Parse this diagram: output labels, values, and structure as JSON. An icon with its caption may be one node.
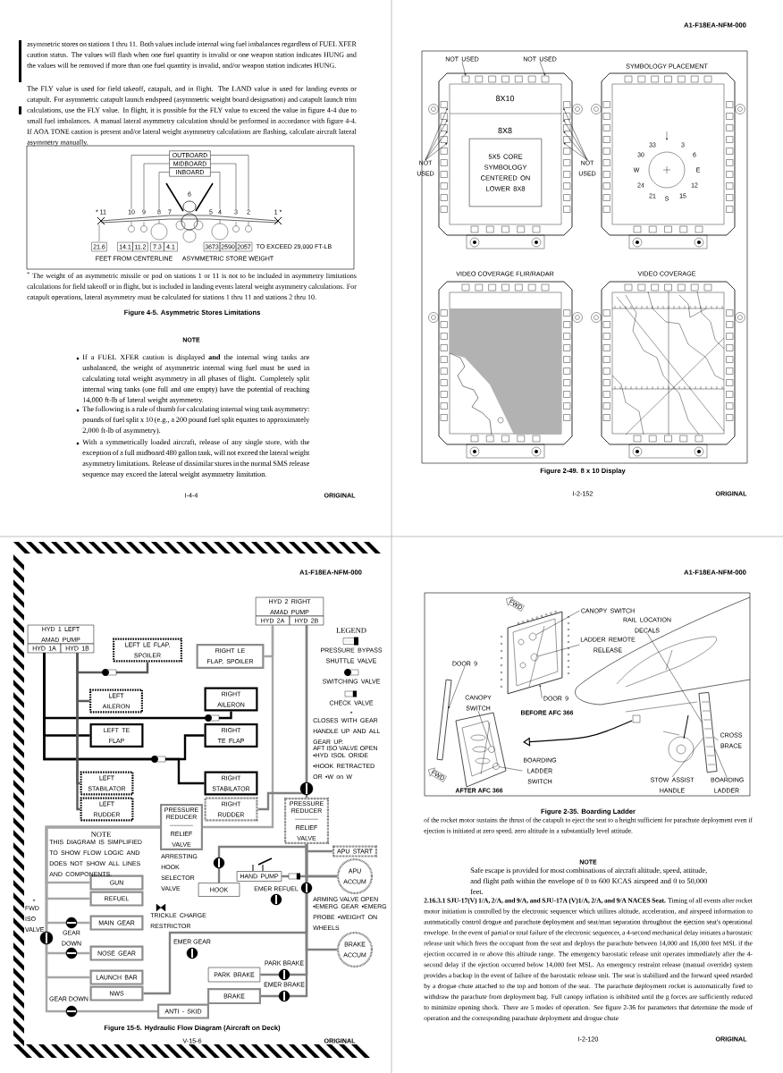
{
  "diagram": {
    "nodes": [
      {
        "text": [
          "OUTBOARD"
        ]
      },
      {
        "text": [
          "MIDBOARD"
        ]
      },
      {
        "text": [
          "INBOARD"
        ]
      },
      {
        "text": [
          "10"
        ]
      },
      {
        "text": [
          "9"
        ]
      },
      {
        "text": [
          "8"
        ]
      },
      {
        "text": [
          "4"
        ]
      },
      {
        "text": [
          "3"
        ]
      },
      {
        "text": [
          "2"
        ]
      },
      {
        "text": [
          "5X5 CORE SYMBOLOGY CENTERED ON LOWER 8X8"
        ]
      },
      {
        "text": [
          "NOT USED"
        ]
      },
      {
        "text": [
          "NOT USED"
        ]
      },
      {
        "text": [
          "NOT USED"
        ]
      },
      {
        "text": [
          "NOT USED"
        ]
      },
      {
        "text": [
          "HYD 2 RIGHT AMAD PUMP"
        ]
      },
      {
        "text": [
          "HYD 2A"
        ]
      },
      {
        "text": [
          "HYD 2B"
        ]
      },
      {
        "text": [
          "HYD 1 LEFT AMAD PUMP"
        ]
      },
      {
        "text": [
          "HYD 1A"
        ]
      },
      {
        "text": [
          "HYD 1B"
        ]
      },
      {
        "text": [
          "LEFT LE FLAP, SPOILER"
        ]
      },
      {
        "text": [
          "RIGHT LE FLAP, SPOILER"
        ]
      },
      {
        "text": [
          "LEFT AILERON"
        ]
      },
      {
        "text": [
          "RIGHT AILERON"
        ]
      },
      {
        "text": [
          "LEFT TE FLAP"
        ]
      },
      {
        "text": [
          "RIGHT TE FLAP"
        ]
      },
      {
        "text": [
          "LEFT STABILATOR"
        ]
      },
      {
        "text": [
          "RIGHT STABILATOR"
        ]
      },
      {
        "text": [
          "LEFT RUDDER"
        ]
      },
      {
        "text": [
          "RIGHT RUDDER"
        ]
      },
      {
        "text": [
          "PRESSURE REDUCER",
          "RELIEF VALVE"
        ]
      },
      {
        "text": [
          "PRESSURE REDUCER",
          "RELIEF VALVE"
        ]
      },
      {
        "text": [
          "APU START"
        ]
      },
      {
        "text": [
          "HOOK"
        ]
      },
      {
        "text": [
          "HAND PUMP"
        ]
      },
      {
        "text": [
          "APU ACCUM"
        ]
      },
      {
        "text": [
          "GUN"
        ]
      },
      {
        "text": [
          "REFUEL"
        ]
      },
      {
        "text": [
          "MAIN GEAR"
        ]
      },
      {
        "text": [
          "NOSE GEAR"
        ]
      },
      {
        "text": [
          "PARK BRAKE"
        ]
      },
      {
        "text": [
          "LAUNCH BAR"
        ]
      },
      {
        "text": [
          "NWS"
        ]
      },
      {
        "text": [
          "BRAKE"
        ]
      },
      {
        "text": [
          "ANTI - SKID"
        ]
      },
      {
        "text": [
          "BRAKE ACCUM"
        ]
      },
      {
        "text": [
          "CANOPY SWITCH"
        ]
      },
      {
        "text": [
          "RAIL LOCATION DECALS"
        ]
      },
      {
        "text": [
          "LADDER REMOTE RELEASE"
        ]
      },
      {
        "text": [
          "DOOR 9"
        ]
      },
      {
        "text": [
          "CANOPY SWITCH"
        ]
      },
      {
        "text": [
          "DOOR 9"
        ]
      },
      {
        "text": [
          "BOARDING LADDER SWITCH"
        ]
      },
      {
        "text": [
          "CROSS BRACE"
        ]
      },
      {
        "text": [
          "STOW ASSIST HANDLE"
        ]
      },
      {
        "text": [
          "BOARDING LADDER"
        ]
      },
      {
        "text": [],
        "shape": "circle"
      },
      {
        "text": [],
        "shape": "circle"
      },
      {
        "text": [],
        "shape": "picture"
      },
      {
        "text": [],
        "shape": "picture"
      },
      {
        "text": [],
        "shape": "picture"
      },
      {
        "text": [],
        "shape": "circle",
        "in": 59
      },
      {
        "text": [],
        "shape": "circle",
        "in": 59
      },
      {
        "text": [],
        "shape": "box"
      },
      {
        "text": [],
        "shape": "box"
      },
      {
        "text": [],
        "shape": "box"
      },
      {
        "text": [],
        "shape": "box"
      },
      {
        "text": [],
        "shape": "box"
      },
      {
        "text": [],
        "shape": "box"
      },
      {
        "text": [],
        "shape": "box"
      },
      {
        "text": [],
        "shape": "box"
      },
      {
        "text": [],
        "shape": "box"
      },
      {
        "text": [],
        "shape": "box"
      }
    ],
    "edges": [
      {
        "from": 0,
        "to": 3,
        "arrow": "none"
      },
      {
        "from": 0,
        "to": 8,
        "arrow": "none"
      },
      {
        "from": 1,
        "to": 4,
        "arrow": "none"
      },
      {
        "from": 1,
        "to": 7,
        "arrow": "none"
      },
      {
        "from": 2,
        "to": 5,
        "arrow": "none"
      },
      {
        "from": 2,
        "to": 6,
        "arrow": "none"
      },
      {
        "from": 10,
        "to": 67,
        "arrow": "to"
      },
      {
        "from": 11,
        "to": 68,
        "arrow": "to"
      },
      {
        "from": 12,
        "to": 63,
        "arrow": "to"
      },
      {
        "from": 12,
        "to": 64,
        "arrow": "to"
      },
      {
        "from": 12,
        "to": 65,
        "arrow": "to"
      },
      {
        "from": 12,
        "to": 66,
        "arrow": "to"
      },
      {
        "from": 13,
        "to": 69,
        "arrow": "to"
      },
      {
        "from": 13,
        "to": 70,
        "arrow": "to"
      },
      {
        "from": 13,
        "to": 71,
        "arrow": "to"
      },
      {
        "from": 13,
        "to": 72,
        "arrow": "to"
      },
      {
        "from": 18,
        "to": 24,
        "arrow": "none",
        "style": "thick"
      },
      {
        "from": 18,
        "to": 23,
        "arrow": "none",
        "style": "thick"
      },
      {
        "from": 18,
        "to": 25,
        "arrow": "none",
        "style": "thick"
      },
      {
        "from": 18,
        "to": 27,
        "arrow": "none",
        "style": "thick"
      },
      {
        "from": 19,
        "to": 20,
        "arrow": "none",
        "style": "thick",
        "color": "#595959"
      },
      {
        "from": 19,
        "to": 22,
        "arrow": "none",
        "style": "thick",
        "color": "#595959"
      },
      {
        "from": 19,
        "to": 26,
        "arrow": "none",
        "style": "thick",
        "color": "#595959"
      },
      {
        "from": 19,
        "to": 28,
        "arrow": "none",
        "style": "thick",
        "color": "#595959"
      },
      {
        "from": 15,
        "to": 21,
        "arrow": "none",
        "style": "thick",
        "color": "#a6a6a6"
      },
      {
        "from": 15,
        "to": 30,
        "arrow": "none",
        "style": "thick",
        "color": "#a6a6a6"
      },
      {
        "from": 16,
        "to": 29,
        "arrow": "none",
        "style": "thick",
        "color": "#808080"
      },
      {
        "from": 16,
        "to": 31,
        "arrow": "none",
        "style": "thick",
        "color": "#808080"
      },
      {
        "from": 31,
        "to": 32,
        "arrow": "none",
        "style": "thick",
        "color": "#808080"
      },
      {
        "from": 31,
        "to": 35,
        "arrow": "none",
        "style": "thick",
        "color": "#808080"
      },
      {
        "from": 34,
        "to": 35,
        "arrow": "none",
        "style": "thick",
        "color": "#808080"
      },
      {
        "from": 31,
        "to": 33,
        "arrow": "none",
        "style": "thick",
        "color": "#808080"
      },
      {
        "from": 30,
        "to": 36,
        "arrow": "none",
        "style": "thick",
        "color": "#a6a6a6"
      },
      {
        "from": 30,
        "to": 37,
        "arrow": "none",
        "style": "thick",
        "color": "#a6a6a6"
      },
      {
        "from": 30,
        "to": 38,
        "arrow": "none",
        "style": "thick",
        "color": "#a6a6a6"
      },
      {
        "from": 30,
        "to": 39,
        "arrow": "none",
        "style": "thick",
        "color": "#a6a6a6"
      },
      {
        "from": 30,
        "to": 41,
        "arrow": "none",
        "style": "thick",
        "color": "#a6a6a6"
      },
      {
        "from": 30,
        "to": 44,
        "arrow": "none",
        "style": "thick",
        "color": "#a6a6a6"
      },
      {
        "from": 31,
        "to": 42,
        "arrow": "none",
        "style": "thick",
        "color": "#808080"
      },
      {
        "from": 31,
        "to": 40,
        "arrow": "none",
        "style": "thick",
        "color": "#808080"
      },
      {
        "from": 31,
        "to": 43,
        "arrow": "none",
        "style": "thick",
        "color": "#808080"
      },
      {
        "from": 45,
        "to": 31,
        "arrow": "none",
        "style": "thick",
        "color": "#808080"
      },
      {
        "from": 46,
        "to": 61,
        "arrow": "none"
      },
      {
        "from": 47,
        "to": 60,
        "arrow": "none"
      },
      {
        "from": 48,
        "to": 62,
        "arrow": "none"
      },
      {
        "from": 49,
        "to": 58,
        "arrow": "to"
      },
      {
        "from": 50,
        "to": 56,
        "arrow": "none"
      },
      {
        "from": 51,
        "to": 59,
        "arrow": "to"
      },
      {
        "from": 52,
        "to": 57,
        "arrow": "none"
      },
      {
        "from": 53,
        "to": 60,
        "arrow": "none"
      },
      {
        "from": 54,
        "to": 60,
        "arrow": "none"
      },
      {
        "from": 55,
        "to": 60,
        "arrow": "none"
      }
    ],
    "labels": [
      "asymmetric stores on stations 1 thru 11. Both values include internal wing fuel imbalances regardless of FUEL XFER caution status. The values will flash when one fuel quantity is invalid or one weapon station indicates HUNG and the values will be removed if more than one fuel quantity is invalid, and/or weapon station indicates HUNG.",
      "The FLY value is used for field takeoff, catapult, and in flight. The LAND value is used for landing events or catapult. For asymmetric catapult launch endspeed (asymmetric weight board designation) and catapult launch trim calculations, use the FLY value. In flight, it is possible for the FLY value to exceed the value in figure 4-4 due to small fuel imbalances. A manual lateral asymmetry calculation should be performed in accordance with figure 4-4. If AOA TONE caution is present and/or lateral weight asymmetry calculations are flashing, calculate aircraft lateral asymmetry manually.",
      "* 11",
      "7",
      "6",
      "5",
      "1 *",
      "21.6",
      "14.1",
      "11.2",
      "7.3",
      "4.1",
      "3673",
      "2590",
      "2057",
      "TO EXCEED 29,000 FT-LB",
      "FEET FROM CENTERLINE",
      "ASYMMETRIC STORE WEIGHT",
      "$^{*}$ The weight of an asymmetric missile or pod on stations 1 or 11 is not to be included in asymmetry limitations calculations for field takeoff or in flight, but is included in landing events lateral weight asymmetry calculations. For catapult operations, lateral asymmetry must be calculated for stations 1 thru 11 and stations 2 thru 10.",
      "Figure 4-5. Asymmetric Stores Limitations",
      "NOTE",
      "If a FUEL XFER caution is displayed **and** the internal wing tanks are unbalanced, the weight of asymmetric internal wing fuel must be used in calculating total weight asymmetry in all phases of flight. Completely split internal wing tanks (one full and one empty) have the potential of reaching 14,000 ft-lb of lateral weight asymmetry.",
      "The following is a rule of thumb for calculating internal wing tank asymmetry: pounds of fuel split x 10 (e.g., a 200 pound fuel split equates to approximately 2,000 ft-lb of asymmetry).",
      "With a symmetrically loaded aircraft, release of any single store, with the exception of a full midboard 480 gallon tank, will not exceed the lateral weight asymmetry limitations. Release of dissimilar stores in the normal SMS release sequence may exceed the lateral weight asymmetry limitation.",
      "I-4-4",
      "ORIGINAL",
      "A1-F18EA-NFM-000",
      "8X10",
      "8X8",
      "SYMBOLOGY PLACEMENT",
      "33",
      "3",
      "30",
      "6",
      "W",
      "E",
      "24",
      "12",
      "21",
      "S",
      "15",
      "VIDEO COVERAGE FLIR/RADAR",
      "VIDEO COVERAGE",
      "Figure 2-49. 8 x 10 Display",
      "I-2-152",
      "ORIGINAL",
      "A1-F18EA-NFM-000",
      "LEGEND",
      "*",
      "CLOSES WITH GEAR HANDLE UP AND ALL GEAR UP.",
      "AFT ISO VALVE OPEN",
      "•HYD ISOL ORIDE •HOOK RETRACTED OR •W on W",
      "NOTE",
      "THIS DIAGRAM IS SIMPLIFIED TO SHOW FLOW LOGIC AND DOES NOT SHOW ALL LINES AND COMPONENTS.",
      "ARRESTING HOOK SELECTOR VALVE",
      "EMER REFUEL",
      "ARMING VALVE OPEN",
      "•EMERG GEAR •EMERG PROBE •WEIGHT ON WHEELS",
      "*",
      "FWD ISO VALVE",
      "TRICKLE CHARGE RESTRICTOR",
      "GEAR DOWN",
      "EMER GEAR",
      "PARK BRAKE",
      "GEAR DOWN",
      "EMER BRAKE",
      "Figure 15-5. Hydraulic Flow Diagram (Aircraft on Deck)",
      "V-15-6",
      "ORIGINAL",
      "A1-F18EA-NFM-000",
      "FWD",
      "BEFORE AFC 366",
      "FWD",
      "AFTER AFC 366",
      "Figure 2-35. Boarding Ladder",
      "of the rocket motor sustains the thrust of the catapult to eject the seat to a height sufficient for parachute deployment even if ejection is initiated at zero speed, zero altitude in a substantially level attitude.",
      "NOTE",
      "Safe escape is provided for most combinations of aircraft altitude, speed, attitude, and flight path within the envelope of 0 to 600 KCAS airspeed and 0 to 50,000 feet.",
      "**2.16.3.1 SJU-17(V) 1/A, 2/A, and 9/A, and SJU-17A (V)1/A, 2/A, and 9/A NACES Seat.** Timing of all events after rocket motor initiation is controlled by the electronic sequencer which utilizes altitude, acceleration, and airspeed information to automatically control drogue and parachute deployment and seat/man separation throughout the ejection seat's operational envelope. In the event of partial or total failure of the electronic sequencer, a 4-second mechanical delay initiates a barostatic release unit which frees the occupant from the seat and deploys the parachute between 14,000 and 16,000 feet MSL if the ejection occurred in or above this altitude range. The emergency barostatic release unit operates immediately after the 4-second delay if the ejection occurred below 14,000 feet MSL. An emergency restraint release (manual override) system provides a backup in the event of failure of the barostatic release unit. The seat is stabilized and the forward speed retarded by a drogue chute attached to the top and bottom of the seat. The parachute deployment rocket is automatically fired to withdraw the parachute from deployment bag. Full canopy inflation is inhibited until the g forces are sufficiently reduced to minimize opening shock. There are 5 modes of operation. See figure 2-36 for parameters that determine the mode of operation and the corresponding parachute deployment and drogue chute",
      "I-2-120",
      "ORIGINAL"
    ],
    "legend": [
      {
        "text": "PRESSURE BYPASS SHUTTLE VALVE"
      },
      {
        "text": "SWITCHING VALVE"
      },
      {
        "text": "CHECK VALVE"
      }
    ]
  }
}
